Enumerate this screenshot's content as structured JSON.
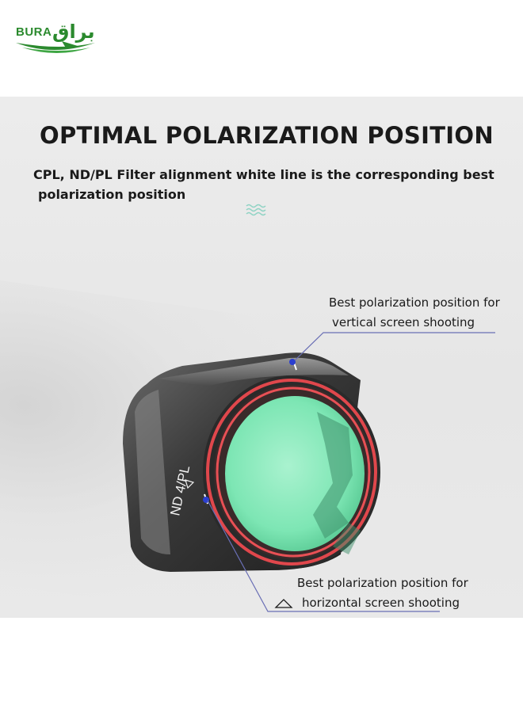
{
  "brand": {
    "logo_text": "BURA",
    "logo_arabic": "براق",
    "color": "#2b8a2e"
  },
  "headline": "OPTIMAL POLARIZATION POSITION",
  "subtitle": {
    "line1": "CPL, ND/PL Filter alignment white line is the corresponding best",
    "line2": "polarization position"
  },
  "product": {
    "marking": "ND 4/PL",
    "glass_color": "#7de6b4",
    "ring_color": "#e0474c"
  },
  "callouts": {
    "top": {
      "line1": "Best polarization position for",
      "line2": "vertical screen shooting"
    },
    "bottom": {
      "line1": "Best polarization position for",
      "line2": "horizontal screen shooting"
    }
  }
}
